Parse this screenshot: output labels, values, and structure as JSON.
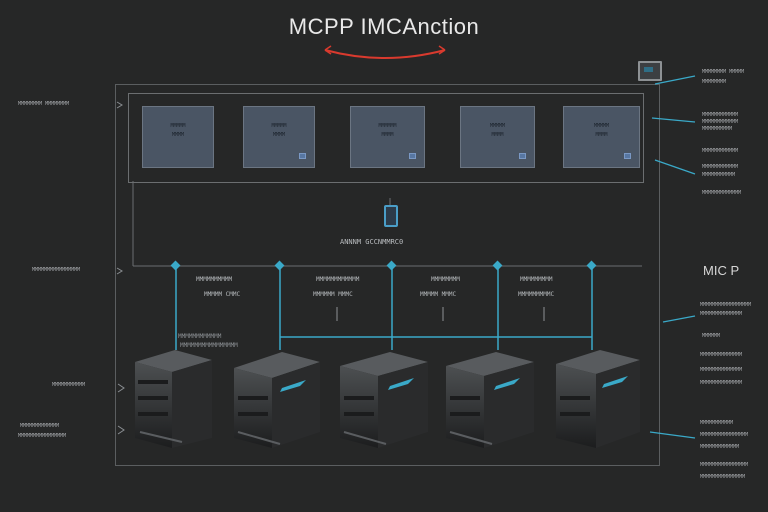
{
  "title": "MCPP IMCAnction",
  "center_label": "ANNNM GCCNMMRC0",
  "right_heading": "MIC P",
  "panels": [
    {
      "line1": "MMMMM",
      "line2": "MMMM"
    },
    {
      "line1": "MMMMM",
      "line2": "MMMM"
    },
    {
      "line1": "MMMMMM",
      "line2": "MMMM"
    },
    {
      "line1": "MMMMM",
      "line2": "MMMM"
    },
    {
      "line1": "MMMMM",
      "line2": "MMMM"
    }
  ],
  "node_captions": [
    {
      "line1": "MMMMMMMMMM",
      "line2": "MMMMM CMMC"
    },
    {
      "line1": "MMMMMMMMMMMM",
      "line2": "MMMMMM MMMC"
    },
    {
      "line1": "MMMMMMMM",
      "line2": "MMMMM MMMC"
    },
    {
      "line1": "MMMMMMMMM",
      "line2": "MMMMMMMMMC"
    }
  ],
  "left_notes": [
    "MMMMMMMM MMMMMMMM",
    "MMMMMMMMMMMMMMMM",
    "MMMMMMMMMMM",
    "MMMMMMMMMMMMM",
    "MMMMMMMMMMMMMMMM"
  ],
  "server_note": {
    "line1": "MMMMMMMMMMMM",
    "line2": "MMMMMMMMMMMMMMMM"
  },
  "right_notes": [
    {
      "line1": "MMMMMMMM MMMMM",
      "line2": "MMMMMMMM"
    },
    {
      "line1": "MMMMMMMMMMMM",
      "line2": "MMMMMMMMMMMM",
      "line3": "MMMMMMMMMM"
    },
    {
      "line1": "MMMMMMMMMMMM",
      "line2": "MMMMMMMMMMMM",
      "line3": "MMMMMMMMMMM",
      "line4": "MMMMMMMMMMMMM"
    },
    {
      "line1": "MMMMMMMMMMMMMMMMM",
      "line2": "MMMMMMMMMMMMMM",
      "line3": "MMMMMM",
      "line4": "MMMMMMMMMMMMMM",
      "line5": "MMMMMMMMMMMMMM",
      "line6": "MMMMMMMMMMMMMM"
    },
    {
      "line1": "MMMMMMMMMMM",
      "line2": "MMMMMMMMMMMMMMMM",
      "line3": "MMMMMMMMMMMMM",
      "line4": "MMMMMMMMMMMMMMMM",
      "line5": "MMMMMMMMMMMMMMM"
    }
  ],
  "colors": {
    "accent": "#3aa9c8",
    "arc": "#d93a2e",
    "background": "#262727"
  }
}
